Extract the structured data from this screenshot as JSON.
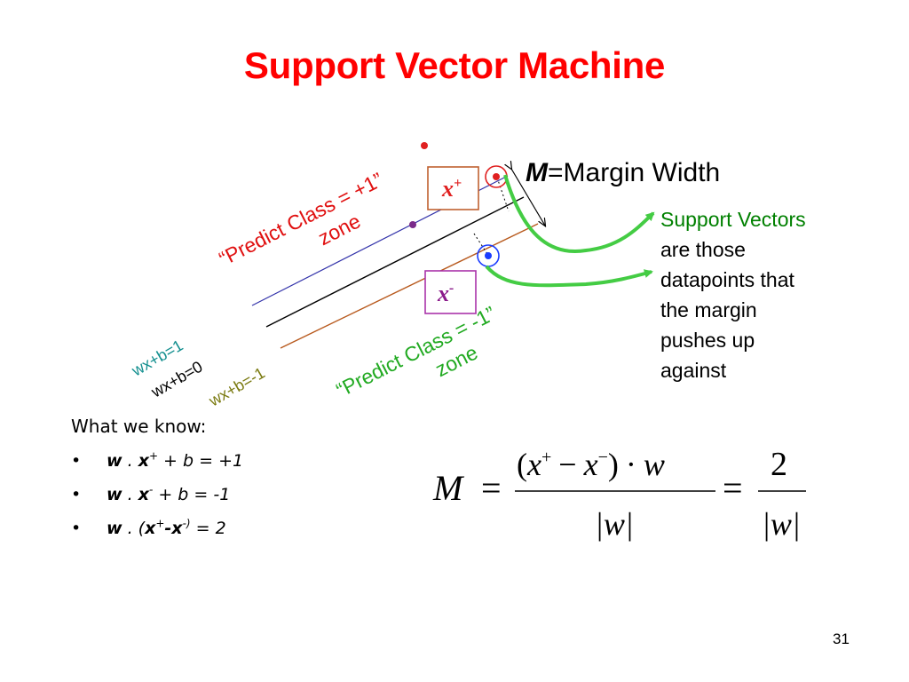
{
  "slide": {
    "title": "Support Vector Machine",
    "page_number": "31"
  },
  "diagram": {
    "plus_zone": "“Predict Class = +1”",
    "plus_zone_2": "zone",
    "minus_zone": "“Predict Class = -1”",
    "minus_zone_2": "zone",
    "line_plus": "wx+b=1",
    "line_zero": "wx+b=0",
    "line_minus": "wx+b=-1",
    "x_plus": "x",
    "x_plus_sup": "+",
    "x_minus": "x",
    "x_minus_sup": "-",
    "margin_symbol": "M",
    "margin_label": "=Margin Width",
    "colors": {
      "title": "#ff0000",
      "plus_line": "#3333aa",
      "zero_line": "#000000",
      "minus_line": "#b85a1e",
      "plus_zone_text": "#e01010",
      "minus_zone_text": "#22aa22",
      "arrows": "#44cc44"
    }
  },
  "support_vectors": {
    "heading": "Support Vectors",
    "line1": "are those",
    "line2": "datapoints that",
    "line3": "the margin",
    "line4": "pushes up",
    "line5": "against"
  },
  "what_we_know": {
    "heading": "What we know:",
    "items": [
      {
        "bullet": "•",
        "w": "w",
        "dot": " . ",
        "x": "x",
        "sup": "+",
        "rest": " + b = +1"
      },
      {
        "bullet": "•",
        "w": "w",
        "dot": " . ",
        "x": "x",
        "sup": "-",
        "rest": " + b = -1"
      },
      {
        "bullet": "•",
        "w": "w",
        "dot": " . (",
        "x": "x",
        "sup": "+",
        "mid": "-x",
        "sup2": "-)",
        "rest": " = 2"
      }
    ]
  },
  "formula": {
    "lhs": "M",
    "eq": "=",
    "num_open": "(",
    "x1": "x",
    "sup1": "+",
    "minus": "−",
    "x2": "x",
    "sup2": "−",
    "num_close": ")",
    "cdot": "·",
    "w": "w",
    "den": "|w|",
    "eq2": "=",
    "two": "2",
    "den2": "|w|"
  }
}
